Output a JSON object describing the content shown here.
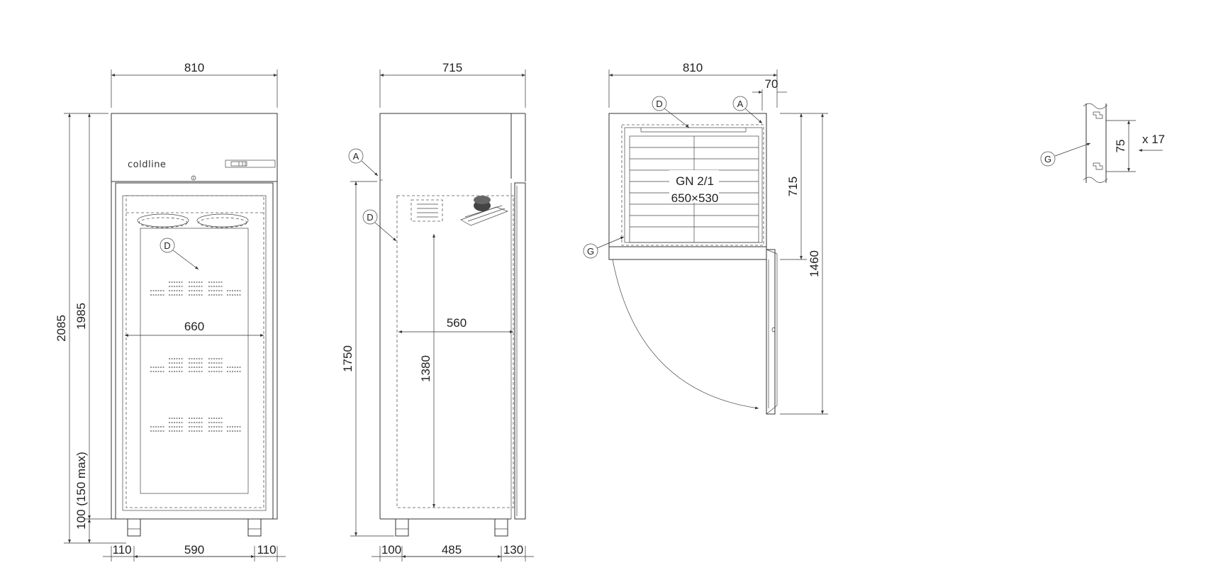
{
  "front_view": {
    "brand_logo": "coldline",
    "dims": {
      "width_top": "810",
      "height_total": "2085",
      "height_body": "1985",
      "height_feet": "100 (150 max)",
      "inner_width": "660",
      "foot_left": "110",
      "foot_span": "590",
      "foot_right": "110"
    },
    "callouts": {
      "d": "D"
    }
  },
  "side_view": {
    "dims": {
      "depth_top": "715",
      "height_a": "1750",
      "inner_depth": "560",
      "inner_height": "1380",
      "foot_left": "100",
      "foot_span": "485",
      "foot_right": "130"
    },
    "callouts": {
      "a": "A",
      "d": "D"
    }
  },
  "top_view": {
    "dims": {
      "width_top": "810",
      "gap_right": "70",
      "depth": "715",
      "depth_open": "1460"
    },
    "tray_label_1": "GN 2/1",
    "tray_label_2": "650×530",
    "callouts": {
      "d": "D",
      "a": "A",
      "g": "G"
    }
  },
  "rail_detail": {
    "pitch": "75",
    "count": "x 17",
    "callout": "G"
  }
}
